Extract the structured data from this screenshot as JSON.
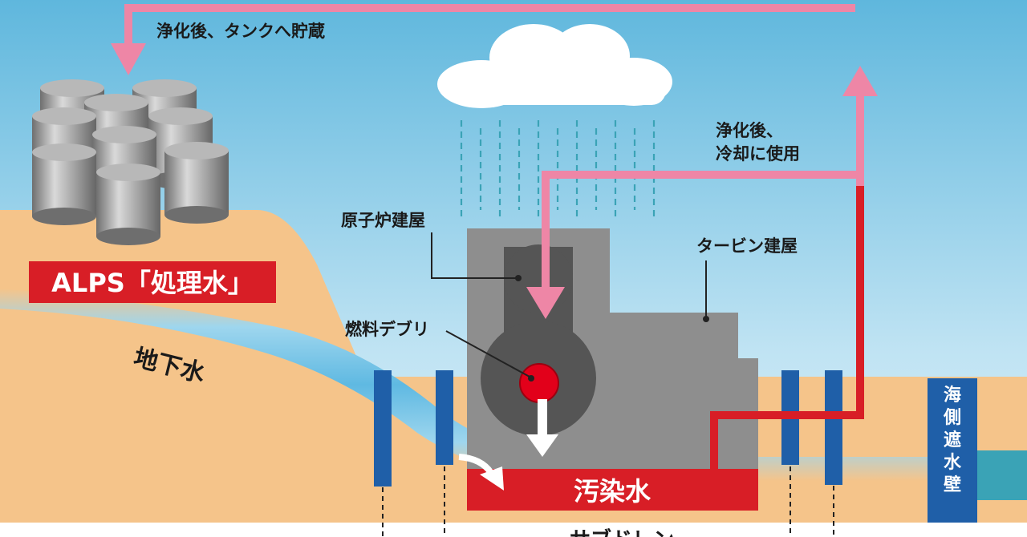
{
  "labels": {
    "tank_storage": "浄化後、タンクへ貯蔵",
    "cooling_line1": "浄化後、",
    "cooling_line2": "冷却に使用",
    "reactor_building": "原子炉建屋",
    "turbine_building": "タービン建屋",
    "fuel_debris": "燃料デブリ",
    "groundwater": "地下水",
    "alps_treated_water": "ALPS「処理水」",
    "contaminated_water": "汚染水",
    "seawall": "海側遮水壁",
    "bottom_partial": "サブドレン"
  },
  "colors": {
    "sky_top": "#5fb7dd",
    "sky_bottom": "#cfe9f6",
    "ground": "#f5c48a",
    "groundwater_band": "#7ec8e8",
    "building": "#8e8e8e",
    "reactor_core": "#555555",
    "debris": "#e2001a",
    "contaminated_water": "#d81e26",
    "pink_flow": "#ee86a6",
    "red_flow": "#d81e26",
    "wall_blue": "#1f5fa8",
    "sea": "#3aa3b6",
    "cloud": "#ffffff",
    "tank": "#9a9a9a",
    "alps_label_bg": "#d81e26"
  }
}
